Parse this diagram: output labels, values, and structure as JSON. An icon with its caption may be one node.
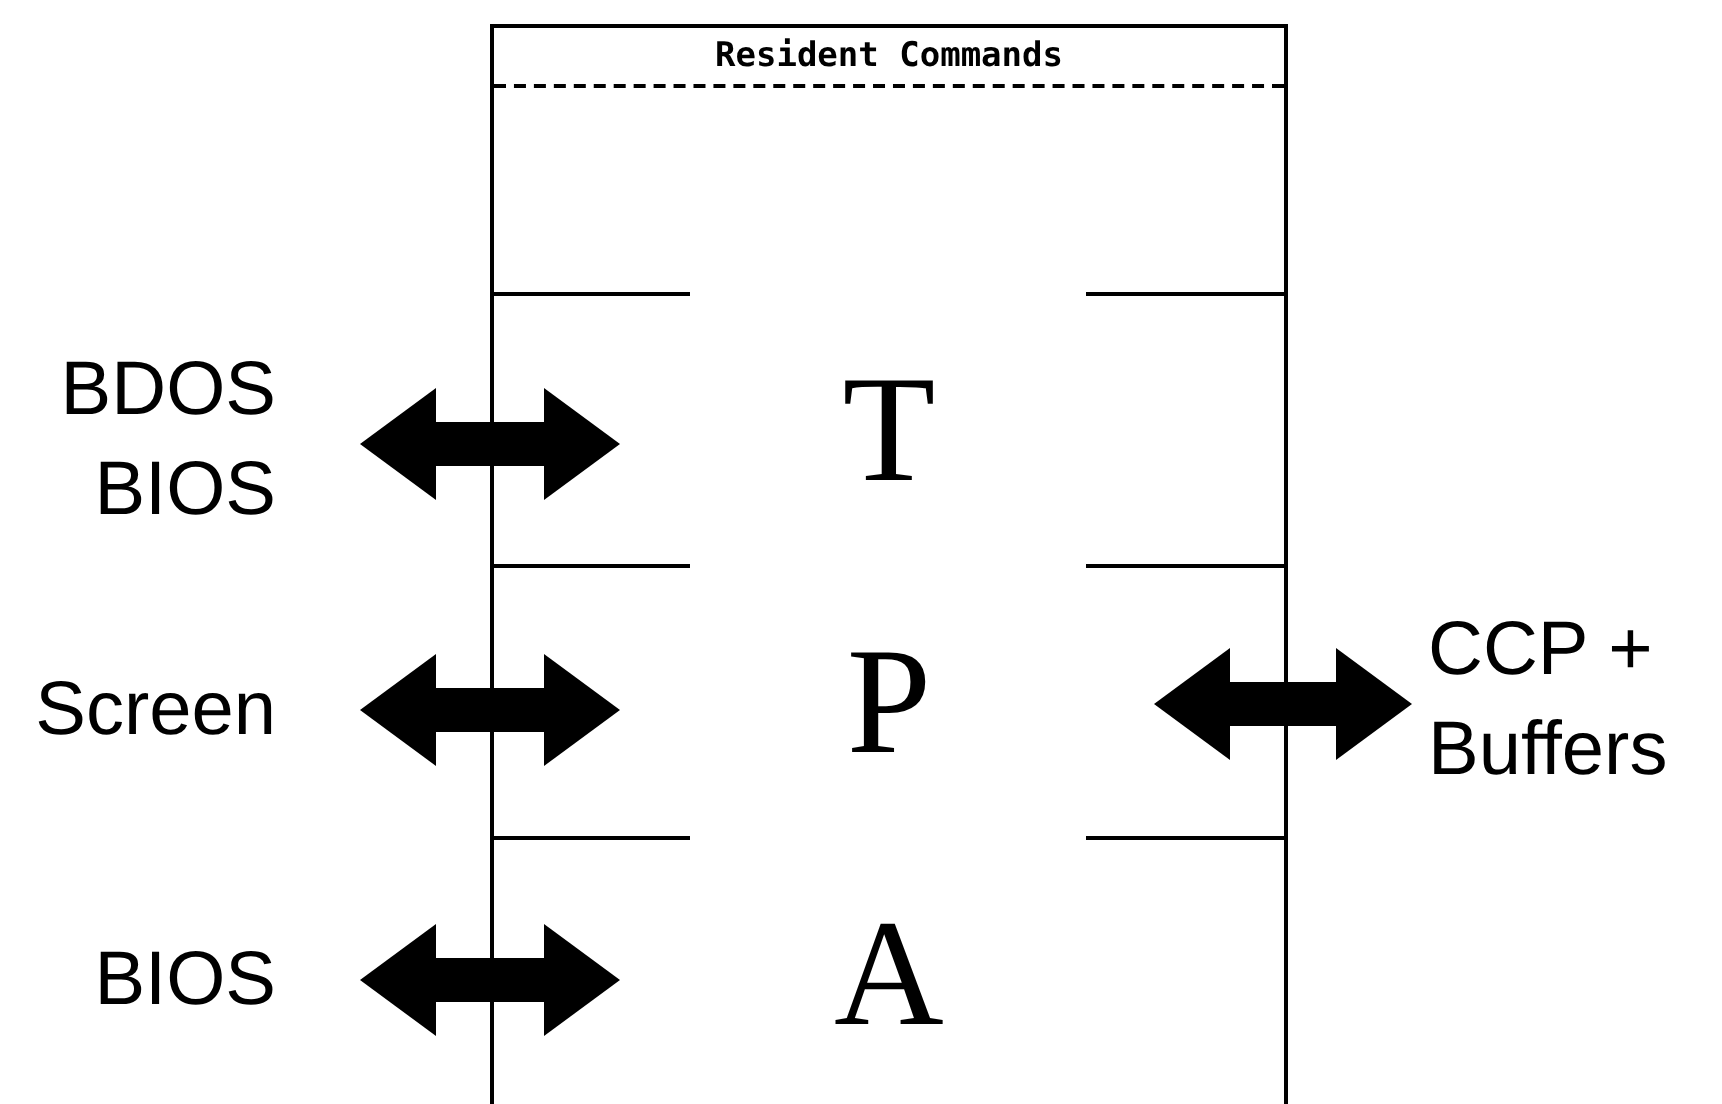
{
  "diagram": {
    "nodes": [
      {
        "text": [
          "Resident Commands",
          "T",
          "P",
          "A"
        ]
      },
      {
        "text": [
          "BDOS BIOS"
        ]
      },
      {
        "text": [
          "Screen"
        ]
      },
      {
        "text": [
          "BIOS"
        ]
      },
      {
        "text": [
          "CCP + Buffers"
        ]
      }
    ],
    "edges": [
      {
        "from": 1,
        "to": 0,
        "arrow": "both"
      },
      {
        "from": 2,
        "to": 0,
        "arrow": "both"
      },
      {
        "from": 3,
        "to": 0,
        "arrow": "both"
      },
      {
        "from": 0,
        "to": 4,
        "arrow": "both"
      }
    ]
  }
}
